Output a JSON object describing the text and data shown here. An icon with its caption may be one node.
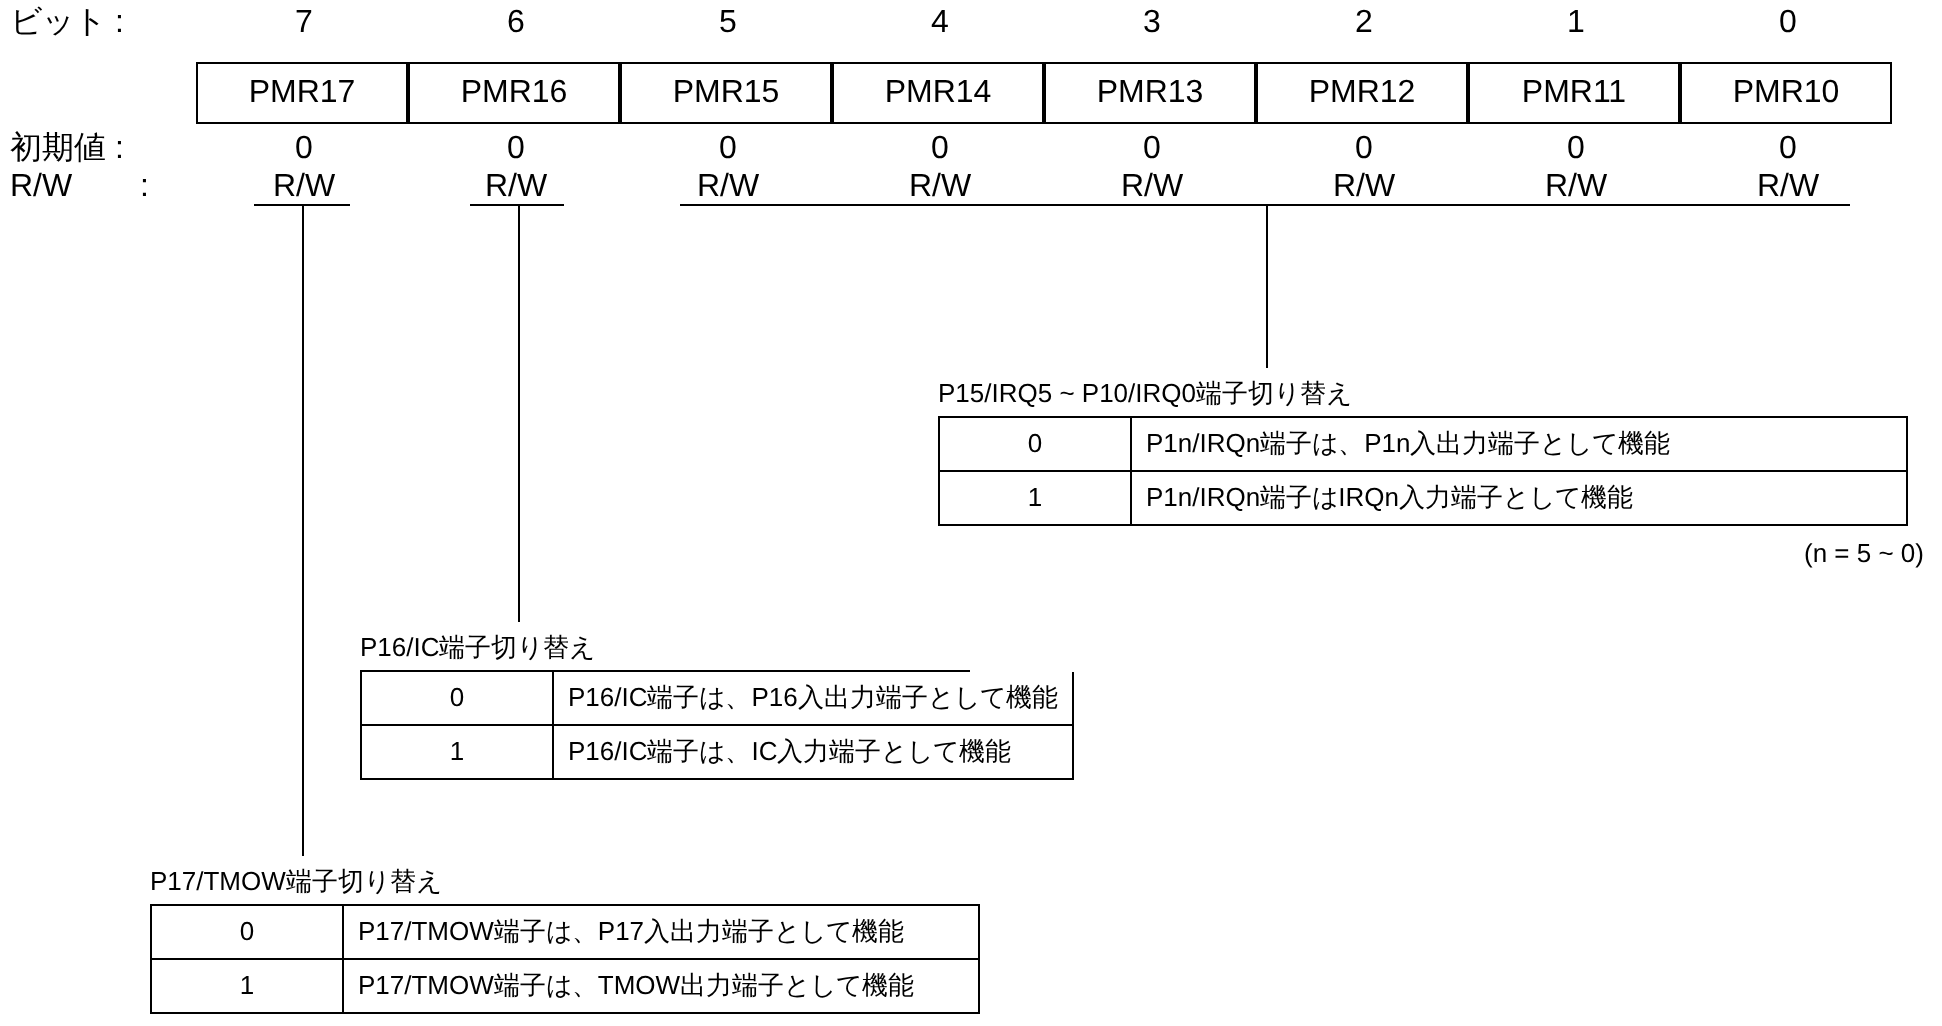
{
  "diagram": {
    "nodes": [
      {
        "text": [],
        "shape": "bar"
      },
      {
        "text": [],
        "shape": "bar"
      },
      {
        "text": [],
        "shape": "bar"
      },
      {
        "text": [
          "P15/IRQ5 ~ P10/IRQ0端子切り替え",
          "0",
          "P1n/IRQn端子は、P1n入出力端子として機能",
          "1",
          "P1n/IRQn端子はIRQn入力端子として機能"
        ],
        "beside": [
          "(n = 5 ~ 0)"
        ]
      },
      {
        "text": [
          "P16/IC端子切り替え",
          "0",
          "P16/IC端子は、P16入出力端子として機能",
          "1",
          "P16/IC端子は、IC入力端子として機能"
        ]
      },
      {
        "text": [
          "P17/TMOW端子切り替え",
          "0",
          "P17/TMOW端子は、P17入出力端子として機能",
          "1",
          "P17/TMOW端子は、TMOW出力端子として機能"
        ]
      }
    ],
    "edges": [
      {
        "from": 2,
        "to": 3,
        "arrow": "none"
      },
      {
        "from": 1,
        "to": 4,
        "arrow": "none"
      },
      {
        "from": 0,
        "to": 5,
        "arrow": "none"
      }
    ],
    "labels": [
      "ビット :",
      "7",
      "6",
      "5",
      "4",
      "3",
      "2",
      "1",
      "0",
      "PMR17",
      "PMR16",
      "PMR15",
      "PMR14",
      "PMR13",
      "PMR12",
      "PMR11",
      "PMR10",
      "初期値 :",
      "0",
      "0",
      "0",
      "0",
      "0",
      "0",
      "0",
      "0",
      "R/W",
      ":",
      "R/W",
      "R/W",
      "R/W",
      "R/W",
      "R/W",
      "R/W",
      "R/W",
      "R/W"
    ]
  }
}
